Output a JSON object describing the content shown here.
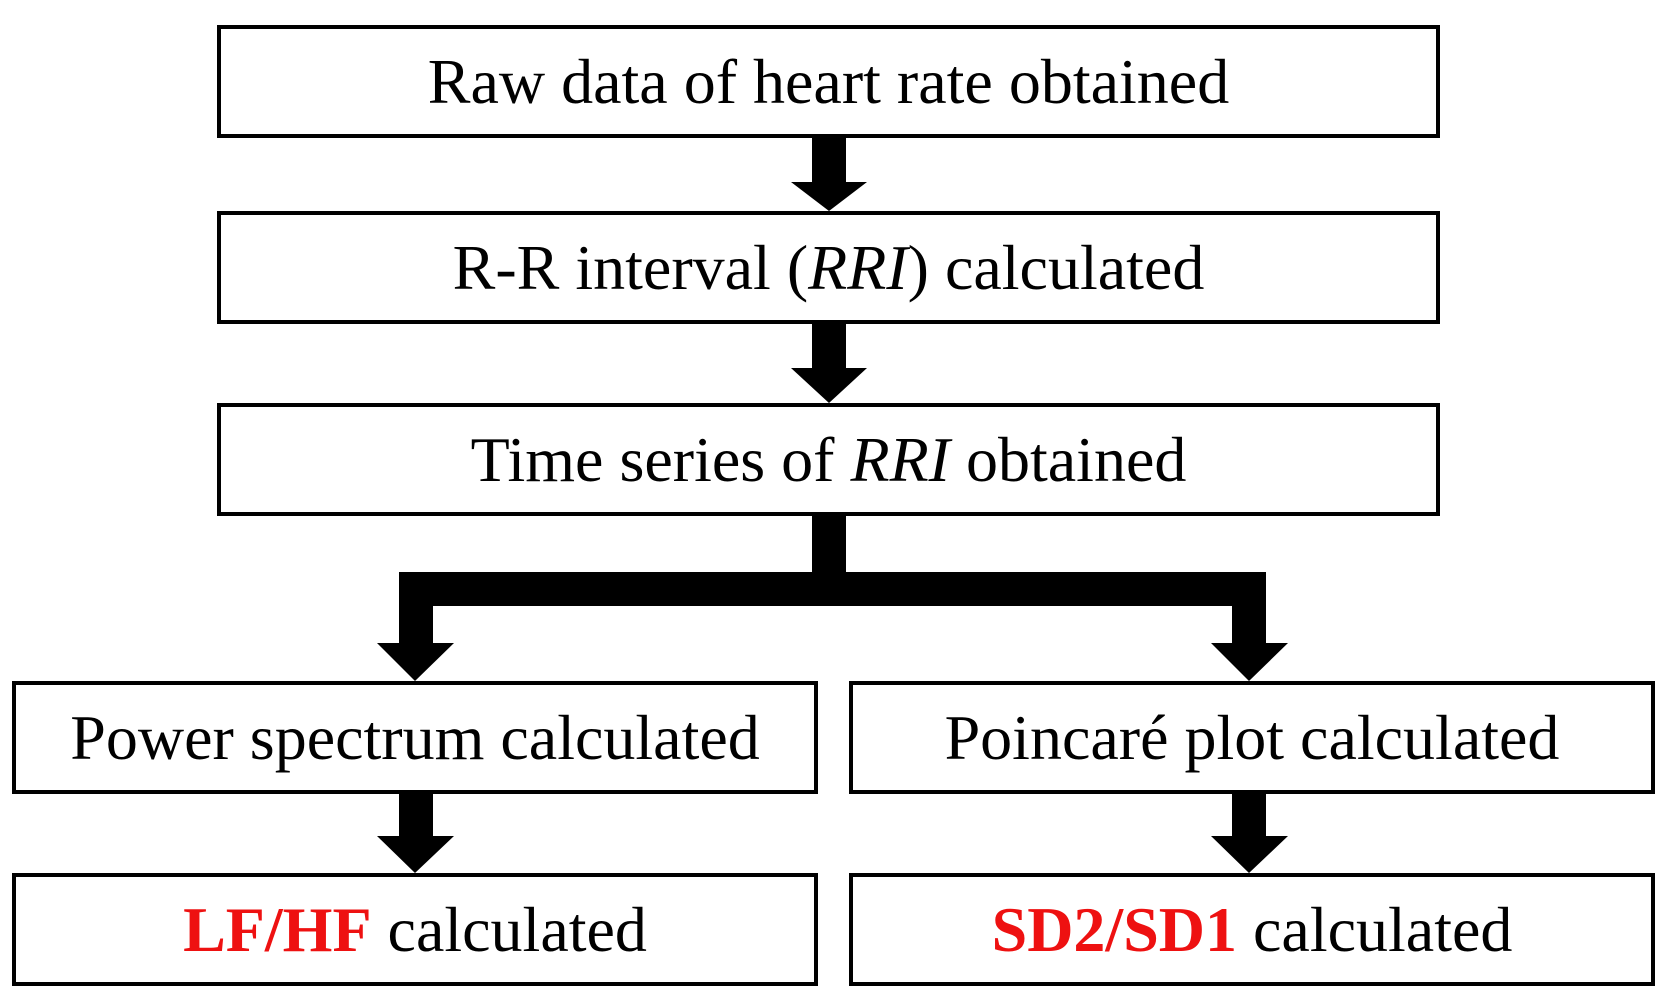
{
  "colors": {
    "border": "#000000",
    "arrow": "#000000",
    "highlight": "#ee1111"
  },
  "steps": {
    "raw_data": "Raw data of heart rate obtained",
    "rri": {
      "before": "R-R interval (",
      "italic": "RRI",
      "after": ") calculated"
    },
    "time_series": {
      "before": "Time series of ",
      "italic": "RRI",
      "after": " obtained"
    },
    "power_spectrum": "Power spectrum calculated",
    "poincare": "Poincaré plot calculated",
    "lfhf": {
      "highlight": "LF/HF",
      "after": " calculated"
    },
    "sd": {
      "highlight": "SD2/SD1",
      "after": " calculated"
    }
  }
}
